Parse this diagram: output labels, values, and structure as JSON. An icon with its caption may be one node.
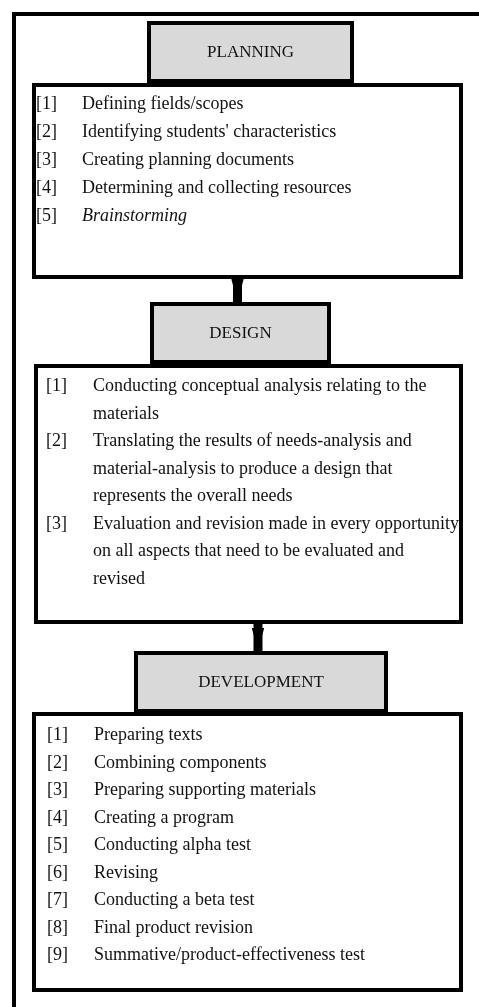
{
  "diagram": {
    "nodes": [
      {
        "text": [
          "PLANNING"
        ]
      },
      {
        "text": [
          "[1]",
          "Defining fields/scopes",
          "[2]",
          "Identifying students' characteristics",
          "[3]",
          "Creating planning documents",
          "[4]",
          "Determining and collecting resources",
          "[5]",
          "Brainstorming"
        ]
      },
      {
        "text": [
          "DESIGN"
        ]
      },
      {
        "text": [
          "[1]",
          "Conducting conceptual analysis relating to the materials",
          "[2]",
          "Translating the results of needs-analysis and material-analysis to produce a design that represents the overall needs",
          "[3]",
          "Evaluation and revision made in every opportunity on all aspects that need to be evaluated and revised"
        ]
      },
      {
        "text": [
          "DEVELOPMENT"
        ]
      },
      {
        "text": [
          "[1]",
          "Preparing texts",
          "[2]",
          "Combining components",
          "[3]",
          "Preparing supporting materials",
          "[4]",
          "Creating a program",
          "[5]",
          "Conducting alpha test",
          "[6]",
          "Revising",
          "[7]",
          "Conducting a beta test",
          "[8]",
          "Final product revision",
          "[9]",
          "Summative/product-effectiveness test"
        ]
      }
    ],
    "edges": [
      {
        "from": 1,
        "to": 2,
        "arrow": "to"
      },
      {
        "from": 3,
        "to": 4,
        "arrow": "to"
      }
    ]
  }
}
